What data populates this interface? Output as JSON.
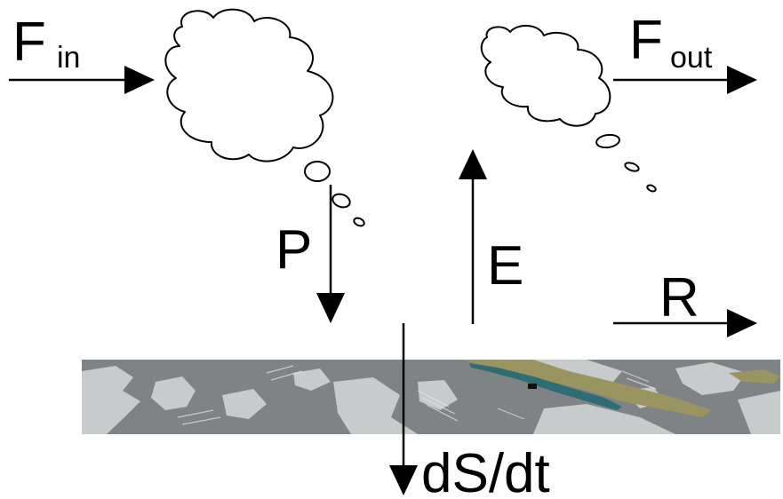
{
  "labels": {
    "f_in_main": "F",
    "f_in_sub": "in",
    "f_out_main": "F",
    "f_out_sub": "out",
    "precipitation": "P",
    "evaporation": "E",
    "runoff": "R",
    "storage_change": "dS/dt"
  },
  "colors": {
    "ink": "#000000",
    "background": "#ffffff",
    "land_gray": "#7f8386",
    "land_light": "#c8cbcb",
    "land_olive": "#9a9460",
    "land_teal": "#2e6d74"
  },
  "icons": {
    "cloud_left": "cloud-icon",
    "cloud_right": "cloud-icon",
    "land_strip": "terrain-strip"
  }
}
